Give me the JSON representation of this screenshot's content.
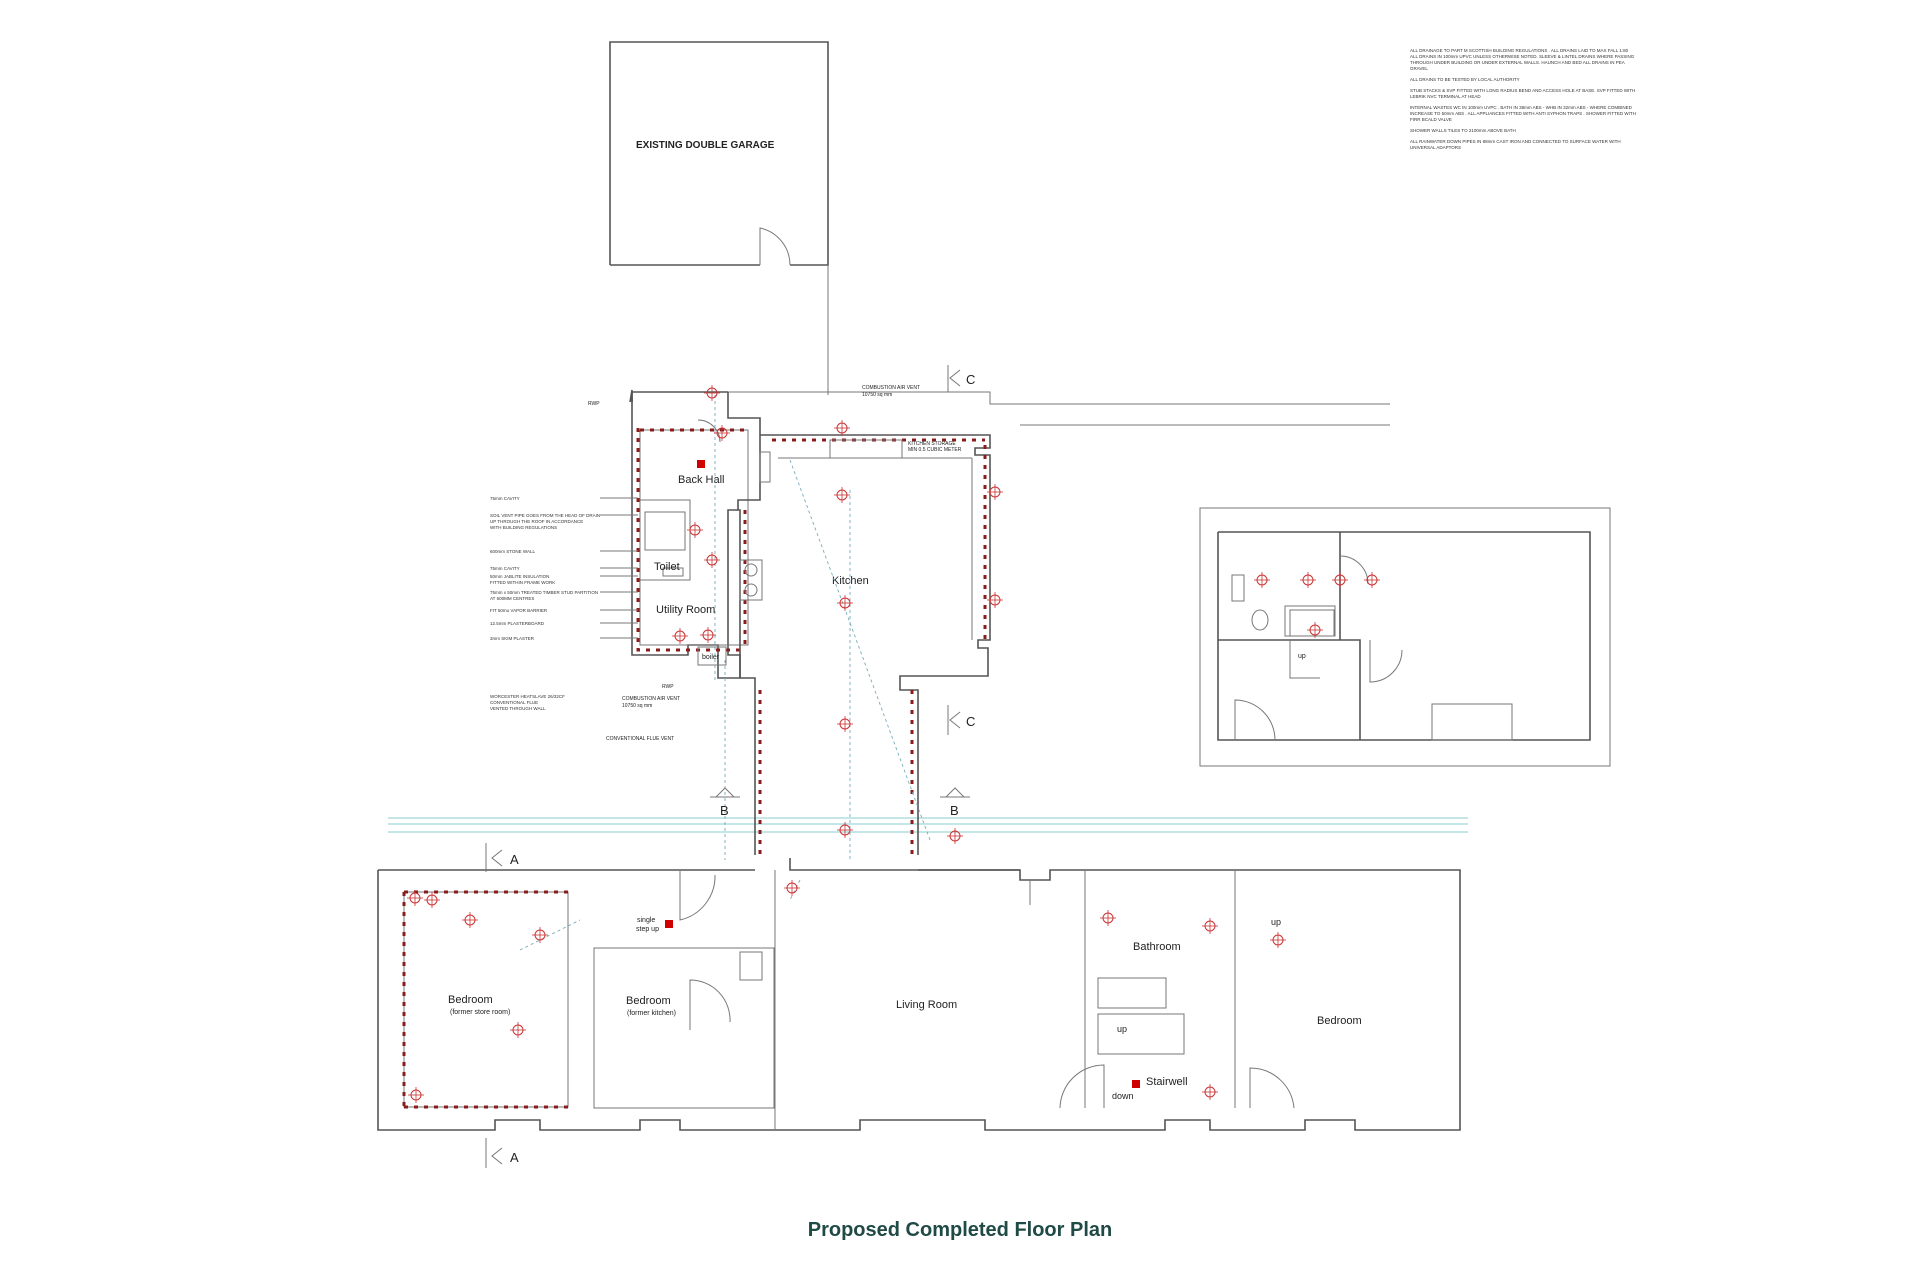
{
  "title": "Proposed Completed Floor Plan",
  "rooms": {
    "garage": "EXISTING DOUBLE GARAGE",
    "back_hall": "Back Hall",
    "toilet": "Toilet",
    "utility": "Utility Room",
    "boiler": "boiler",
    "kitchen": "Kitchen",
    "bedroom_left": "Bedroom",
    "bedroom_left_sub": "(former store room)",
    "bedroom_mid": "Bedroom",
    "bedroom_mid_sub": "(former kitchen)",
    "living": "Living Room",
    "bathroom": "Bathroom",
    "stairwell": "Stairwell",
    "bedroom_right": "Bedroom"
  },
  "labels": {
    "up1": "up",
    "up2": "up",
    "up3": "up",
    "down": "down",
    "single_step": "single",
    "single_step2": "step up",
    "rwp1": "RWP",
    "rwp2": "RWP",
    "vent_top": "COMBUSTION AIR VENT",
    "vent_top2": "10750 sq mm",
    "kitchen_storage": "KITCHEN STORAGE",
    "kitchen_storage2": "MIN 0.5 CUBIC METER",
    "vent_mid": "COMBUSTION AIR VENT",
    "vent_mid2": "10750 sq mm",
    "flue_vent": "CONVENTIONAL FLUE VENT",
    "sec_a": "A",
    "sec_a2": "A",
    "sec_b": "B",
    "sec_b2": "B",
    "sec_c": "C",
    "sec_c2": "C"
  },
  "wall_notes": [
    "75mm CAVITY",
    "SOIL VENT PIPE GOES FROM THE HEAD OF DRAIN",
    "UP THROUGH THE ROOF IN ACCORDANCE",
    "WITH BUILDING REGULATIONS",
    "600mm STONE WALL",
    "75mm CAVITY",
    "50mm JABLITE INSULATION",
    "FITTED WITHIN FRAME WORK",
    "75mm x 50mm TREATED TIMBER STUD PARTITION",
    "AT 600MM CENTRES",
    "FIT 50mu VAPOR BARRIER",
    "12.5mm PLASTERBOARD",
    "3mm SKIM PLASTER",
    "WORCESTER HEATSLAVE 26/32CF",
    "CONVENTIONAL FLUE",
    "VENTED THROUGH WALL"
  ],
  "drainage_notes": [
    "ALL DRAINAGE TO PART M SCOTTISH BUILDING REGULATIONS . ALL DRAINS LAID TO MAX FALL 1:80",
    "ALL DRAINS IN 100mm UPVC UNLESS OTHERWISE NOTED. SLEEVE & LINTEL DRAINS WHERE PASSING",
    "THROUGH UNDER BUILDING OR UNDER EXTERNAL WALLS. HAUNCH AND BED ALL DRAINS IN PEA",
    "GRAVEL",
    "ALL DRAINS TO BE TESTED BY LOCAL AUTHORITY",
    "STUB STACKS & SVP FITTED WITH LONG RADIUS BEND AND ACCESS HOLE AT BASE. SVP FITTED WITH",
    "LEBRIK NVC TERMINAL AT HEAD",
    "INTERNAL WASTES WC IN 100mm UVPC . BATH IN 38mm ABS - WHB IN 32mm ABS - WHERE COMBINED",
    "INCREASE TO 50mm ABS . ALL APPLIANCES FITTED WITH ANTI SYPHON TRAPS . SHOWER FITTED WITH",
    "FIRR BCALD VALVE",
    "SHOWER WALLS TILES TO 2100mm ABOVE BATH",
    "ALL RAINWATER DOWN PIPES IN 88mm CAST IRON AND CONNECTED TO SURFACE WATER WITH",
    "UNIVERSAL ADAPTORS"
  ],
  "colors": {
    "title": "#1f4a45",
    "walls": "#555555",
    "insulation": "#8a1c1c",
    "service": "#77aabb",
    "marker": "#d00000"
  }
}
